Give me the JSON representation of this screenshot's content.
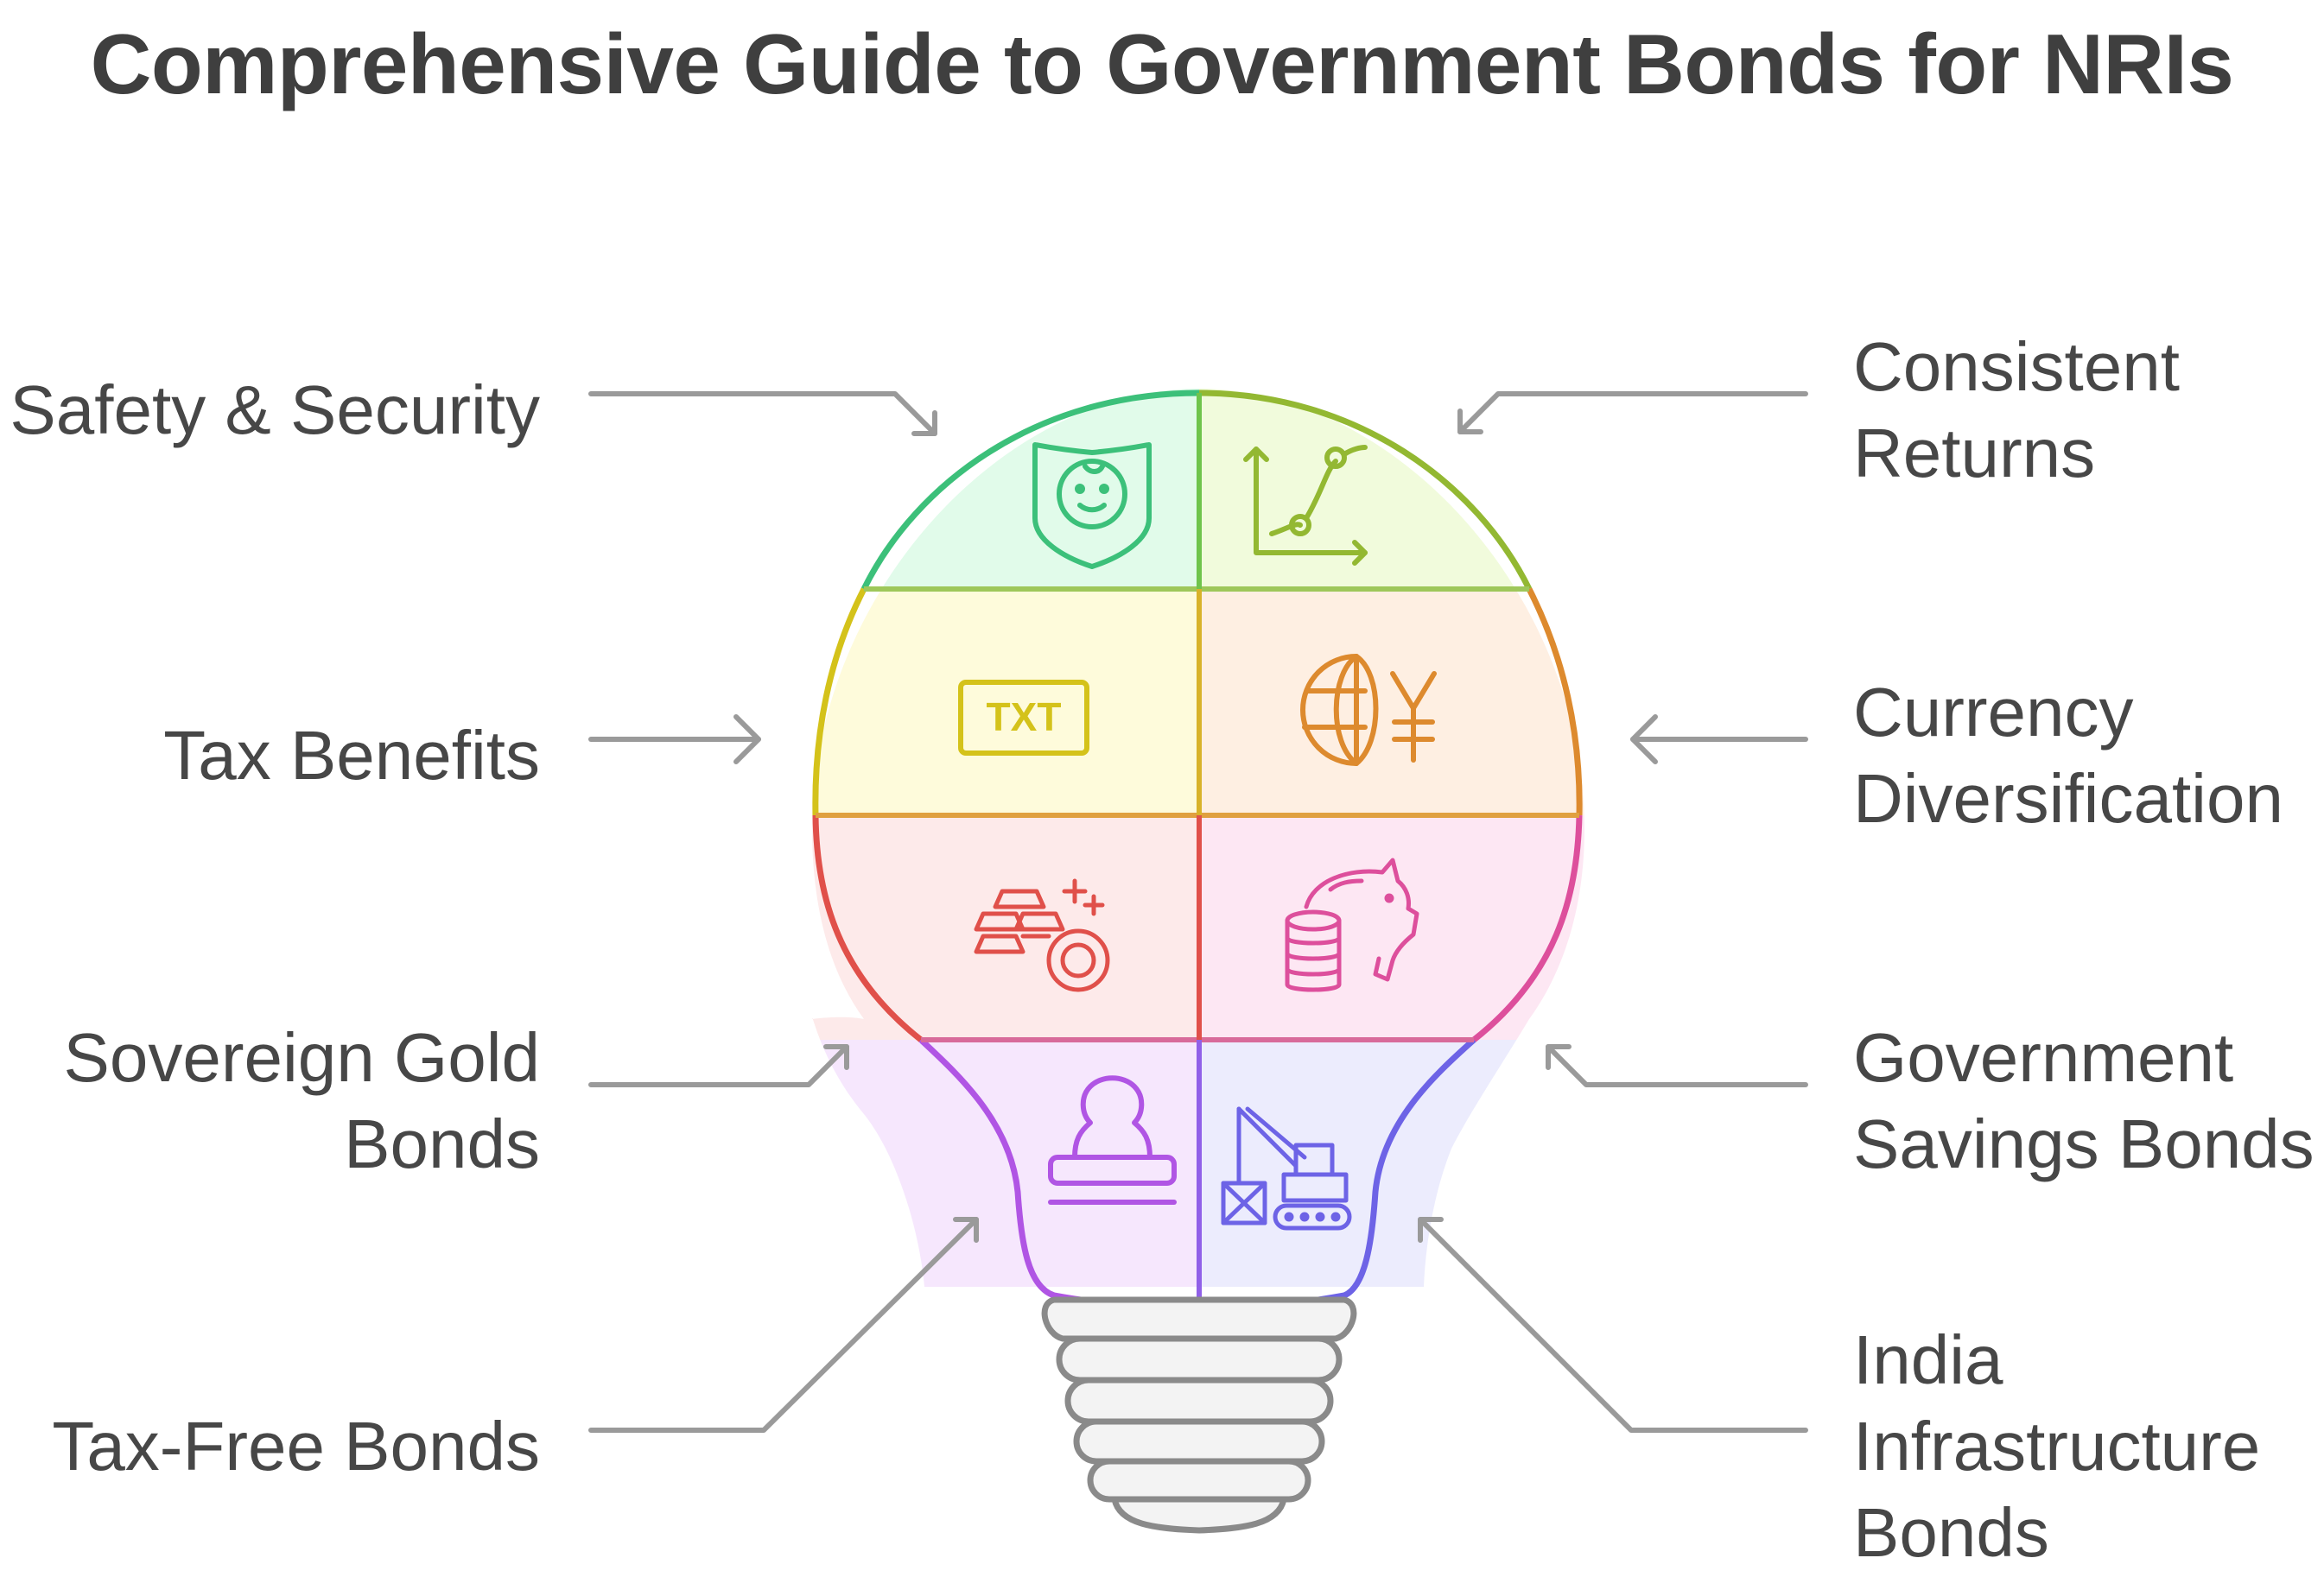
{
  "title": "Comprehensive Guide to Government Bonds for NRIs",
  "labels": {
    "safety": [
      "Safety & Security"
    ],
    "returns": [
      "Consistent",
      "Returns"
    ],
    "tax": [
      "Tax Benefits"
    ],
    "currency": [
      "Currency",
      "Diversification"
    ],
    "gold": [
      "Sovereign Gold",
      "Bonds"
    ],
    "savings": [
      "Government",
      "Savings Bonds"
    ],
    "taxfree": [
      "Tax-Free Bonds"
    ],
    "infra": [
      "India",
      "Infrastructure",
      "Bonds"
    ]
  },
  "icons": {
    "safety": "shield-face-icon",
    "returns": "growth-chart-icon",
    "tax": "txt-document-icon",
    "currency": "globe-yen-icon",
    "gold": "gold-bars-coin-icon",
    "savings": "piggy-bank-coins-icon",
    "taxfree": "stamp-icon",
    "infra": "crane-bulldozer-icon"
  },
  "icon_text": {
    "tax": "TXT",
    "currency": "¥"
  },
  "colors": {
    "safety": "#3cc07a",
    "returns": "#93b832",
    "tax": "#d4c21a",
    "currency": "#dd8a2e",
    "gold": "#e0504a",
    "savings": "#dd4f9c",
    "taxfree": "#b055e4",
    "infra": "#6d63e6",
    "arrow": "#9a9a9a"
  }
}
